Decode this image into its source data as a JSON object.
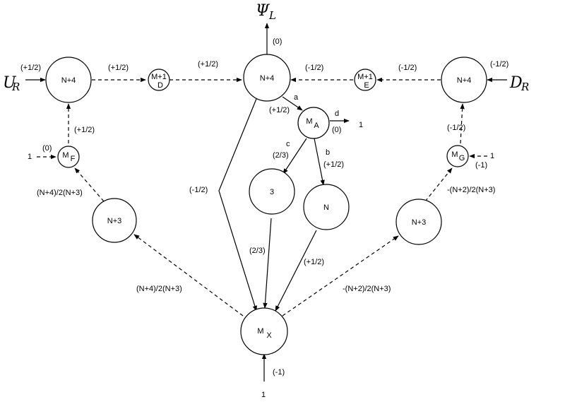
{
  "nodes": {
    "n4_left": "N+4",
    "n4_center": "N+4",
    "n4_right": "N+4",
    "m1d": {
      "top": "M+1",
      "bottom": "D"
    },
    "m1e": {
      "top": "M+1",
      "bottom": "E"
    },
    "ma": {
      "main": "M",
      "sub": "A"
    },
    "mf": {
      "main": "M",
      "sub": "F"
    },
    "mg": {
      "main": "M",
      "sub": "G"
    },
    "mx": {
      "main": "M",
      "sub": "X"
    },
    "n3_left": "N+3",
    "n3_right": "N+3",
    "three": "3",
    "n": "N"
  },
  "externals": {
    "psi": {
      "main": "Ψ",
      "sub": "L"
    },
    "ur": {
      "main": "U",
      "sub": "R"
    },
    "dr": {
      "main": "D",
      "sub": "R"
    }
  },
  "labels": {
    "psi_edge": "(0)",
    "ur_in": "(+1/2)",
    "left_to_d": "(+1/2)",
    "d_to_center": "(+1/2)",
    "e_to_center": "(-1/2)",
    "right_to_e": "(-1/2)",
    "dr_in": "(-1/2)",
    "a": "a",
    "a_val": "(+1/2)",
    "d": "d",
    "d_val": "(0)",
    "d_out": "1",
    "c": "c",
    "c_val": "(2/3)",
    "b": "b",
    "b_val": "(+1/2)",
    "mf_to_left": "(+1/2)",
    "mf_in_val": "(0)",
    "mf_in_src": "1",
    "mg_to_right": "(-1/2)",
    "mg_in_src": "1",
    "mg_in_val": "(-1)",
    "n3l_to_mf": "(N+4)/2(N+3)",
    "n3r_to_mg": "-(N+2)/2(N+3)",
    "center_to_mx": "(-1/2)",
    "three_to_mx": "(2/3)",
    "n_to_mx": "(+1/2)",
    "mx_to_n3l": "(N+4)/2(N+3)",
    "mx_to_n3r": "-(N+2)/2(N+3)",
    "mx_in_val": "(-1)",
    "mx_in_src": "1"
  }
}
